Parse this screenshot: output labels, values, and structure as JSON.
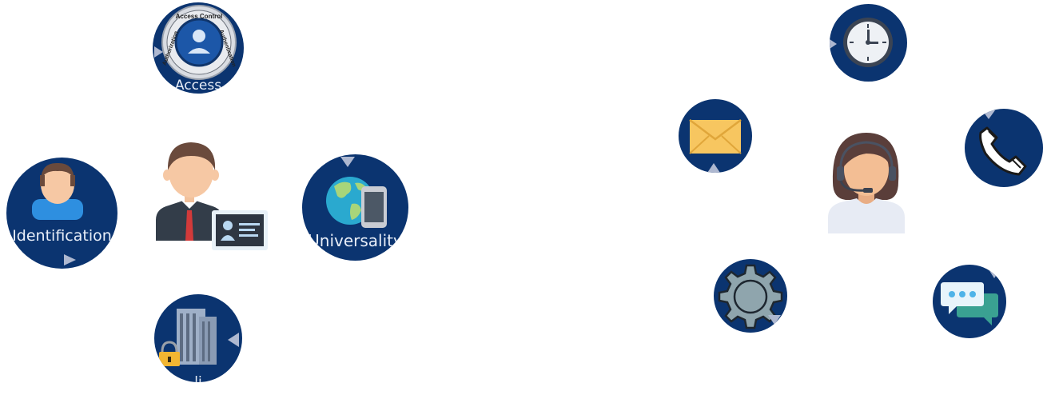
{
  "left_diagram": {
    "access_label": "Access",
    "identification_label": "Identification",
    "universality_label": "Universality",
    "bottom_label": "li",
    "badge_text_top": "Access Control",
    "badge_text_left": "Authorization",
    "badge_text_right": "Authentication"
  },
  "colors": {
    "node_bg": "#0b3470",
    "arrow": "#aeb8d0"
  }
}
